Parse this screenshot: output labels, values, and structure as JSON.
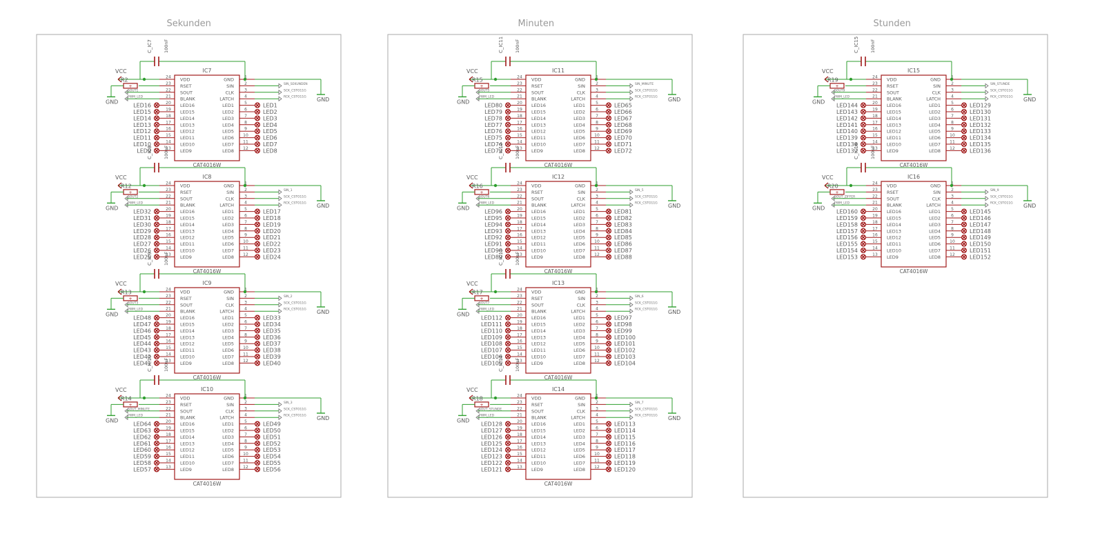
{
  "sheets": [
    {
      "title": "Sekunden",
      "ics": [
        {
          "name": "IC7",
          "cap": "C_IC7",
          "res": "R2",
          "sout_net": "SOUT1",
          "led_left": [
            "LED16",
            "LED15",
            "LED14",
            "LED13",
            "LED12",
            "LED11",
            "LED10",
            "LED9"
          ],
          "led_right": [
            "LED1",
            "LED2",
            "LED3",
            "LED4",
            "LED5",
            "LED6",
            "LED7",
            "LED8"
          ],
          "sin_net": "SIN_SEKUNDEN"
        },
        {
          "name": "IC8",
          "cap": "C_IC8",
          "res": "R12",
          "sout_net": "SOUT2",
          "led_left": [
            "LED32",
            "LED31",
            "LED30",
            "LED29",
            "LED28",
            "LED27",
            "LED26",
            "LED25"
          ],
          "led_right": [
            "LED17",
            "LED18",
            "LED19",
            "LED20",
            "LED21",
            "LED22",
            "LED23",
            "LED24"
          ],
          "sin_net": "SIN_1"
        },
        {
          "name": "IC9",
          "cap": "C_IC9",
          "res": "R13",
          "sout_net": "SOUT3",
          "led_left": [
            "LED48",
            "LED47",
            "LED46",
            "LED45",
            "LED44",
            "LED43",
            "LED42",
            "LED41"
          ],
          "led_right": [
            "LED33",
            "LED34",
            "LED35",
            "LED36",
            "LED37",
            "LED38",
            "LED39",
            "LED40"
          ],
          "sin_net": "SIN_2"
        },
        {
          "name": "IC10",
          "cap": "C_IC10",
          "res": "R14",
          "sout_net": "SOUT_MINUTE",
          "led_left": [
            "LED64",
            "LED63",
            "LED62",
            "LED61",
            "LED60",
            "LED59",
            "LED58",
            "LED57"
          ],
          "led_right": [
            "LED49",
            "LED50",
            "LED51",
            "LED52",
            "LED53",
            "LED54",
            "LED55",
            "LED56"
          ],
          "sin_net": "SIN_3"
        }
      ]
    },
    {
      "title": "Minuten",
      "ics": [
        {
          "name": "IC11",
          "cap": "C_IC11",
          "res": "R15",
          "sout_net": "SOUT5",
          "led_left": [
            "LED80",
            "LED79",
            "LED78",
            "LED77",
            "LED76",
            "LED75",
            "LED74",
            "LED73"
          ],
          "led_right": [
            "LED65",
            "LED66",
            "LED67",
            "LED68",
            "LED69",
            "LED70",
            "LED71",
            "LED72"
          ],
          "sin_net": "SIN_MINUTE"
        },
        {
          "name": "IC12",
          "cap": "C_IC12",
          "res": "R16",
          "sout_net": "SOUT6",
          "led_left": [
            "LED96",
            "LED95",
            "LED94",
            "LED93",
            "LED92",
            "LED91",
            "LED90",
            "LED89"
          ],
          "led_right": [
            "LED81",
            "LED82",
            "LED83",
            "LED84",
            "LED85",
            "LED86",
            "LED87",
            "LED88"
          ],
          "sin_net": "SIN_5"
        },
        {
          "name": "IC13",
          "cap": "C_IC13",
          "res": "R17",
          "sout_net": "SOUT7",
          "led_left": [
            "LED112",
            "LED111",
            "LED110",
            "LED109",
            "LED108",
            "LED107",
            "LED106",
            "LED105"
          ],
          "led_right": [
            "LED97",
            "LED98",
            "LED99",
            "LED100",
            "LED101",
            "LED102",
            "LED103",
            "LED104"
          ],
          "sin_net": "SIN_6"
        },
        {
          "name": "IC14",
          "cap": "C_IC14",
          "res": "R18",
          "sout_net": "SOUT_STUNDE",
          "led_left": [
            "LED128",
            "LED127",
            "LED126",
            "LED125",
            "LED124",
            "LED123",
            "LED122",
            "LED121"
          ],
          "led_right": [
            "LED113",
            "LED114",
            "LED115",
            "LED116",
            "LED117",
            "LED118",
            "LED119",
            "LED120"
          ],
          "sin_net": "SIN_7"
        }
      ]
    },
    {
      "title": "Stunden",
      "ics": [
        {
          "name": "IC15",
          "cap": "C_IC15",
          "res": "R19",
          "sout_net": "SOUT9",
          "led_left": [
            "LED144",
            "LED143",
            "LED142",
            "LED141",
            "LED140",
            "LED139",
            "LED138",
            "LED137"
          ],
          "led_right": [
            "LED129",
            "LED130",
            "LED131",
            "LED132",
            "LED133",
            "LED134",
            "LED135",
            "LED136"
          ],
          "sin_net": "SIN_STUNDE"
        },
        {
          "name": "IC16",
          "cap": "C_IC16",
          "res": "R20",
          "sout_net": "SOUT_ZIFFER",
          "led_left": [
            "LED160",
            "LED159",
            "LED158",
            "LED157",
            "LED156",
            "LED155",
            "LED154",
            "LED153"
          ],
          "led_right": [
            "LED145",
            "LED146",
            "LED147",
            "LED148",
            "LED149",
            "LED150",
            "LED151",
            "LED152"
          ],
          "sin_net": "SIN_9"
        }
      ]
    }
  ],
  "common": {
    "part_number": "CAT4016W",
    "cap_value": "100nF",
    "vcc_label": "VCC",
    "gnd_label": "GND",
    "res_value": "+",
    "left_pin_names": [
      "VDD",
      "RSET",
      "SOUT",
      "BLANK"
    ],
    "right_pin_names": [
      "GND",
      "SIN",
      "CLK",
      "LATCH"
    ],
    "left_led_pin_names": [
      "LED16",
      "LED15",
      "LED14",
      "LED13",
      "LED12",
      "LED11",
      "LED10",
      "LED9"
    ],
    "right_led_pin_names": [
      "LED1",
      "LED2",
      "LED3",
      "LED4",
      "LED5",
      "LED6",
      "LED7",
      "LED8"
    ],
    "left_pin_numbers": [
      "24",
      "23",
      "22",
      "21",
      "20",
      "19",
      "18",
      "17",
      "16",
      "15",
      "14",
      "13"
    ],
    "right_pin_numbers": [
      "1",
      "2",
      "3",
      "4",
      "5",
      "6",
      "7",
      "8",
      "9",
      "10",
      "11",
      "12"
    ],
    "net_pwm": "PWM_LED",
    "net_sck": "SCK_CSTO11G",
    "net_rck": "RCK_CSTO11G",
    "colors": {
      "wire": "#2e9e2e",
      "junction": "#2e9e2e",
      "symbol": "#a01818",
      "text": "#5a5a5a",
      "frame": "#aaaaaa",
      "net_label": "#6a6a6a"
    }
  }
}
